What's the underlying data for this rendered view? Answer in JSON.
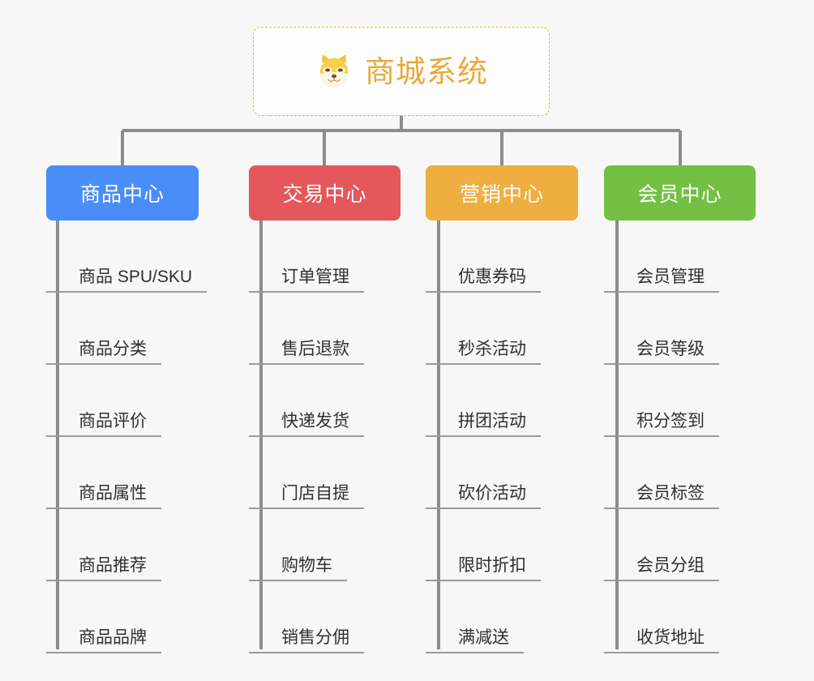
{
  "root": {
    "title": "商城系统",
    "icon": "shiba-dog-face-icon",
    "border_color": "#efb52f",
    "text_color": "#e8a93a"
  },
  "canvas": {
    "background": "#f7f7f7",
    "connector_color": "#8c8c8c"
  },
  "branches": [
    {
      "label": "商品中心",
      "color": "#4b8df8",
      "items": [
        "商品 SPU/SKU",
        "商品分类",
        "商品评价",
        "商品属性",
        "商品推荐",
        "商品品牌"
      ]
    },
    {
      "label": "交易中心",
      "color": "#e4575b",
      "items": [
        "订单管理",
        "售后退款",
        "快递发货",
        "门店自提",
        "购物车",
        "销售分佣"
      ]
    },
    {
      "label": "营销中心",
      "color": "#eeae40",
      "items": [
        "优惠券码",
        "秒杀活动",
        "拼团活动",
        "砍价活动",
        "限时折扣",
        "满减送"
      ]
    },
    {
      "label": "会员中心",
      "color": "#73c045",
      "items": [
        "会员管理",
        "会员等级",
        "积分签到",
        "会员标签",
        "会员分组",
        "收货地址"
      ]
    }
  ]
}
